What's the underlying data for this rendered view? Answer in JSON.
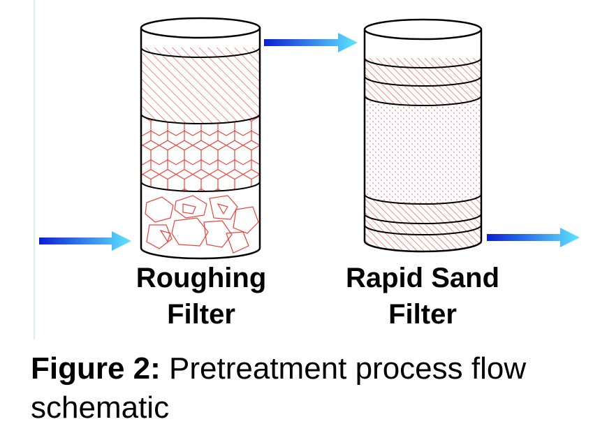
{
  "colors": {
    "arrow_dark": "#0b1fd6",
    "arrow_light": "#5fe6ff",
    "pattern": "#e8443a",
    "outline": "#000000",
    "side_rule": "#cfeccf"
  },
  "filters": [
    {
      "name_line1": "Roughing",
      "name_line2": "Filter",
      "layers": [
        "hatch",
        "hexagon",
        "gravel"
      ]
    },
    {
      "name_line1": "Rapid Sand",
      "name_line2": "Filter",
      "layers": [
        "hatch",
        "hatch",
        "sand",
        "hatch",
        "hatch"
      ]
    }
  ],
  "caption": {
    "label": "Figure 2:",
    "text": "Pretreatment  process flow schematic"
  },
  "arrows": [
    "inlet-arrow",
    "transfer-arrow",
    "outlet-arrow"
  ]
}
